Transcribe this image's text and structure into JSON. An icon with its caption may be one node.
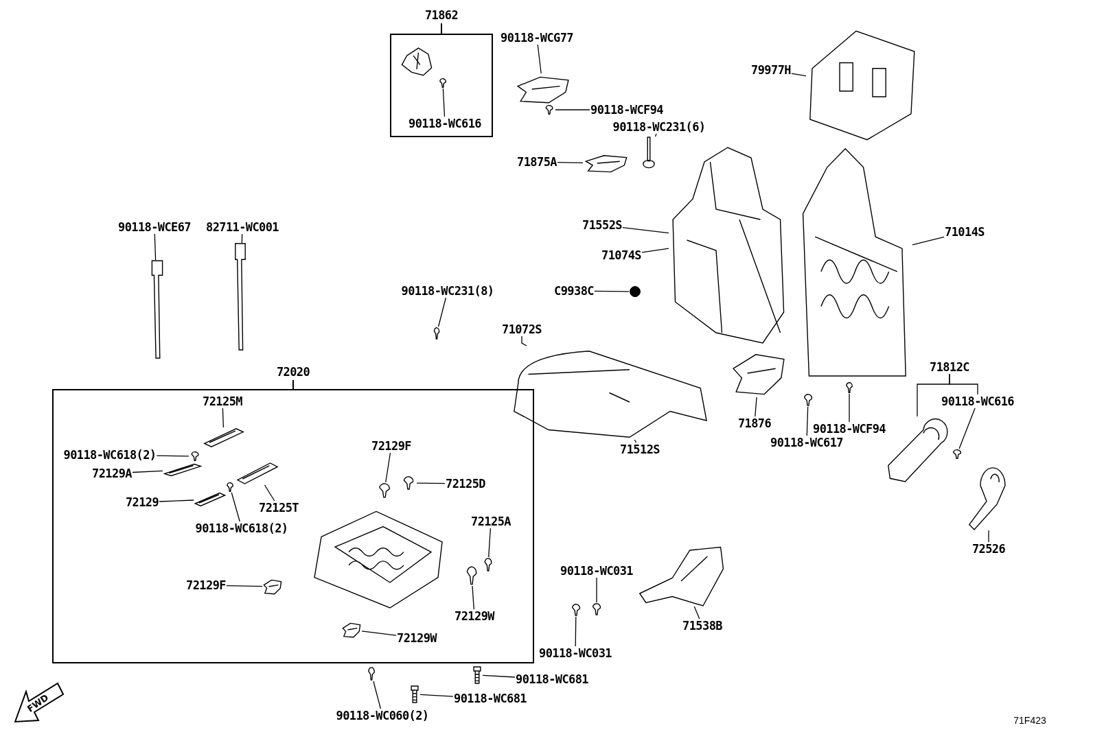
{
  "diagram": {
    "nodes": [
      {
        "text": [
          "71862"
        ]
      },
      {
        "text": [],
        "shape": "picture",
        "in": 0
      },
      {
        "text": [],
        "shape": "picture",
        "in": 0
      },
      {
        "text": [
          "90118-WC616"
        ],
        "in": 0
      },
      {
        "text": [
          "90118-WCG77"
        ]
      },
      {
        "text": [],
        "shape": "picture"
      },
      {
        "text": [
          "90118-WCF94"
        ]
      },
      {
        "text": [],
        "shape": "picture"
      },
      {
        "text": [
          "90118-WC231(6)"
        ]
      },
      {
        "text": [],
        "shape": "picture"
      },
      {
        "text": [
          "71875A"
        ]
      },
      {
        "text": [],
        "shape": "picture"
      },
      {
        "text": [
          "79977H"
        ]
      },
      {
        "text": [],
        "shape": "picture"
      },
      {
        "text": [
          "71552S"
        ]
      },
      {
        "text": [],
        "shape": "picture"
      },
      {
        "text": [
          "71074S"
        ]
      },
      {
        "text": [
          "71014S"
        ]
      },
      {
        "text": [],
        "shape": "picture"
      },
      {
        "text": [
          "C9938C"
        ]
      },
      {
        "text": [],
        "shape": "circle"
      },
      {
        "text": [
          "90118-WCE67"
        ]
      },
      {
        "text": [],
        "shape": "picture"
      },
      {
        "text": [
          "82711-WC001"
        ]
      },
      {
        "text": [],
        "shape": "picture"
      },
      {
        "text": [
          "90118-WC231(8)"
        ]
      },
      {
        "text": [],
        "shape": "picture"
      },
      {
        "text": [
          "71072S"
        ]
      },
      {
        "text": [],
        "shape": "picture"
      },
      {
        "text": [
          "71512S"
        ]
      },
      {
        "text": [
          "71876"
        ]
      },
      {
        "text": [],
        "shape": "picture"
      },
      {
        "text": [
          "90118-WCF94"
        ]
      },
      {
        "text": [],
        "shape": "picture"
      },
      {
        "text": [
          "90118-WC617"
        ]
      },
      {
        "text": [],
        "shape": "picture"
      },
      {
        "text": [
          "71812C"
        ]
      },
      {
        "text": [],
        "shape": "picture"
      },
      {
        "text": [
          "90118-WC616"
        ]
      },
      {
        "text": [],
        "shape": "picture"
      },
      {
        "text": [
          "72526"
        ]
      },
      {
        "text": [],
        "shape": "picture"
      },
      {
        "text": [
          "72020"
        ]
      },
      {
        "text": [
          "72125M"
        ],
        "in": 42
      },
      {
        "text": [],
        "shape": "picture",
        "in": 42
      },
      {
        "text": [
          "90118-WC618(2)"
        ],
        "in": 42
      },
      {
        "text": [],
        "shape": "picture",
        "in": 42
      },
      {
        "text": [
          "72129A"
        ],
        "in": 42
      },
      {
        "text": [],
        "shape": "picture",
        "in": 42
      },
      {
        "text": [
          "72129"
        ],
        "in": 42
      },
      {
        "text": [],
        "shape": "picture",
        "in": 42
      },
      {
        "text": [
          "72125T"
        ],
        "in": 42
      },
      {
        "text": [],
        "shape": "picture",
        "in": 42
      },
      {
        "text": [
          "90118-WC618(2)"
        ],
        "in": 42
      },
      {
        "text": [],
        "shape": "picture",
        "in": 42
      },
      {
        "text": [
          "72129F"
        ],
        "in": 42
      },
      {
        "text": [],
        "shape": "picture",
        "in": 42
      },
      {
        "text": [
          "72125D"
        ],
        "in": 42
      },
      {
        "text": [],
        "shape": "picture",
        "in": 42
      },
      {
        "text": [
          "72125A"
        ],
        "in": 42
      },
      {
        "text": [],
        "shape": "picture",
        "in": 42
      },
      {
        "text": [
          "72129F"
        ],
        "in": 42
      },
      {
        "text": [],
        "shape": "picture",
        "in": 42
      },
      {
        "text": [
          "72129W"
        ],
        "in": 42
      },
      {
        "text": [],
        "shape": "picture",
        "in": 42
      },
      {
        "text": [
          "72129W"
        ],
        "in": 42
      },
      {
        "text": [],
        "shape": "picture",
        "in": 42
      },
      {
        "text": [],
        "shape": "picture",
        "in": 42
      },
      {
        "text": [
          "90118-WC031"
        ]
      },
      {
        "text": [],
        "shape": "picture"
      },
      {
        "text": [
          "90118-WC031"
        ]
      },
      {
        "text": [],
        "shape": "picture"
      },
      {
        "text": [
          "71538B"
        ]
      },
      {
        "text": [],
        "shape": "picture"
      },
      {
        "text": [
          "90118-WC681"
        ]
      },
      {
        "text": [],
        "shape": "picture"
      },
      {
        "text": [
          "90118-WC681"
        ]
      },
      {
        "text": [],
        "shape": "picture"
      },
      {
        "text": [
          "90118-WC060(2)"
        ]
      },
      {
        "text": [],
        "shape": "picture"
      }
    ],
    "edges": [
      {
        "from": 3,
        "to": 2,
        "arrow": "none"
      },
      {
        "from": 4,
        "to": 5,
        "arrow": "none"
      },
      {
        "from": 6,
        "to": 7,
        "arrow": "none"
      },
      {
        "from": 8,
        "to": 9,
        "arrow": "none"
      },
      {
        "from": 10,
        "to": 11,
        "arrow": "none"
      },
      {
        "from": 12,
        "to": 13,
        "arrow": "none"
      },
      {
        "from": 14,
        "to": 15,
        "arrow": "none"
      },
      {
        "from": 16,
        "to": 15,
        "arrow": "none"
      },
      {
        "from": 17,
        "to": 18,
        "arrow": "none"
      },
      {
        "from": 19,
        "to": 20,
        "arrow": "none"
      },
      {
        "from": 21,
        "to": 22,
        "arrow": "none"
      },
      {
        "from": 23,
        "to": 24,
        "arrow": "none"
      },
      {
        "from": 25,
        "to": 26,
        "arrow": "none"
      },
      {
        "from": 27,
        "to": 28,
        "arrow": "none"
      },
      {
        "from": 29,
        "to": 28,
        "arrow": "none"
      },
      {
        "from": 30,
        "to": 31,
        "arrow": "none"
      },
      {
        "from": 32,
        "to": 33,
        "arrow": "none"
      },
      {
        "from": 34,
        "to": 35,
        "arrow": "none"
      },
      {
        "from": 36,
        "to": 37,
        "arrow": "none"
      },
      {
        "from": 36,
        "to": 38,
        "arrow": "none"
      },
      {
        "from": 38,
        "to": 39,
        "arrow": "none"
      },
      {
        "from": 40,
        "to": 41,
        "arrow": "none"
      },
      {
        "from": 43,
        "to": 44,
        "arrow": "none"
      },
      {
        "from": 45,
        "to": 46,
        "arrow": "none"
      },
      {
        "from": 47,
        "to": 48,
        "arrow": "none"
      },
      {
        "from": 49,
        "to": 50,
        "arrow": "none"
      },
      {
        "from": 51,
        "to": 52,
        "arrow": "none"
      },
      {
        "from": 53,
        "to": 54,
        "arrow": "none"
      },
      {
        "from": 55,
        "to": 56,
        "arrow": "none"
      },
      {
        "from": 57,
        "to": 58,
        "arrow": "none"
      },
      {
        "from": 59,
        "to": 60,
        "arrow": "none"
      },
      {
        "from": 61,
        "to": 62,
        "arrow": "none"
      },
      {
        "from": 63,
        "to": 64,
        "arrow": "none"
      },
      {
        "from": 65,
        "to": 66,
        "arrow": "none"
      },
      {
        "from": 68,
        "to": 69,
        "arrow": "none"
      },
      {
        "from": 70,
        "to": 71,
        "arrow": "none"
      },
      {
        "from": 72,
        "to": 73,
        "arrow": "none"
      },
      {
        "from": 74,
        "to": 75,
        "arrow": "none"
      },
      {
        "from": 76,
        "to": 77,
        "arrow": "none"
      },
      {
        "from": 78,
        "to": 79,
        "arrow": "none"
      }
    ],
    "labels": [
      "FWD",
      "71F423"
    ]
  }
}
